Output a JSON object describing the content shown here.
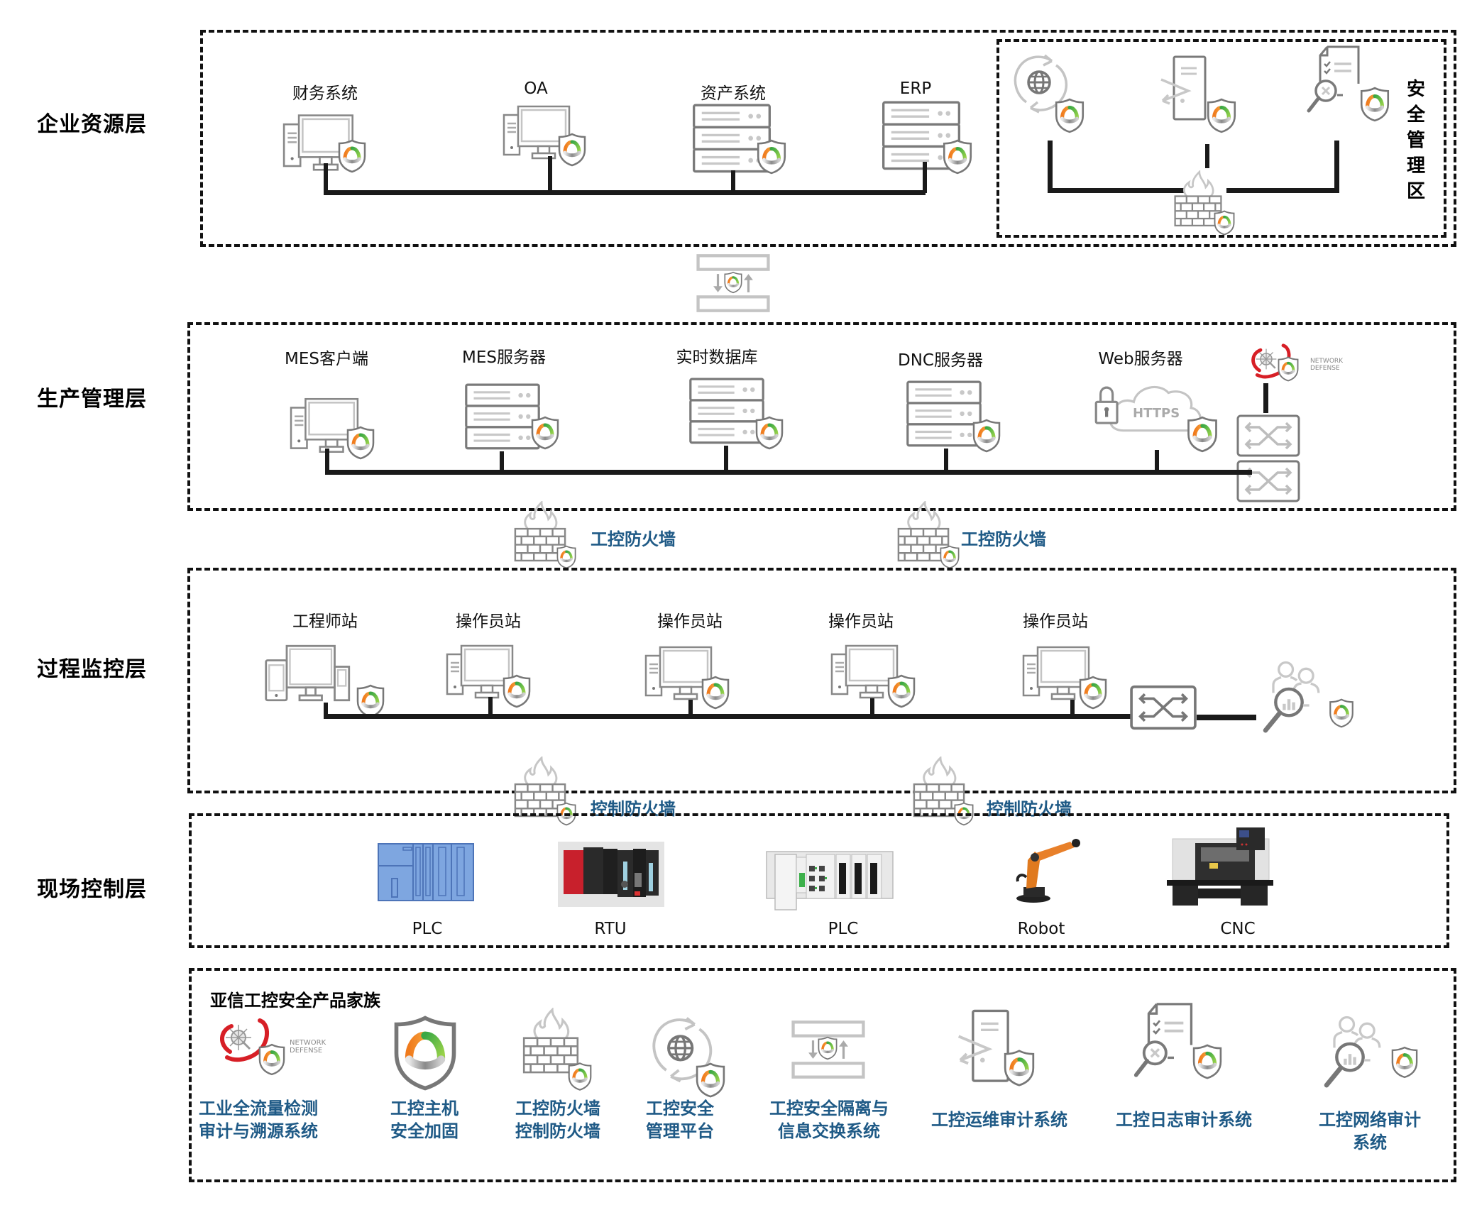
{
  "layers": [
    {
      "title": "企业资源层"
    },
    {
      "title": "生产管理层"
    },
    {
      "title": "过程监控层"
    },
    {
      "title": "现场控制层"
    }
  ],
  "enterprise": {
    "nodes": [
      {
        "label": "财务系统",
        "icon": "desktop-computer-icon"
      },
      {
        "label": "OA",
        "icon": "desktop-computer-icon"
      },
      {
        "label": "资产系统",
        "icon": "server-rack-icon"
      },
      {
        "label": "ERP",
        "icon": "server-rack-icon"
      }
    ],
    "security_zone": {
      "label": "安全管理区",
      "chars": [
        "安",
        "全",
        "管",
        "理",
        "区"
      ],
      "icons": [
        "globe-sync-icon",
        "ops-server-icon",
        "log-audit-icon",
        "firewall-icon"
      ]
    }
  },
  "gateway": {
    "icon": "isolation-exchange-icon"
  },
  "production": {
    "nodes": [
      {
        "label": "MES客户端",
        "icon": "desktop-computer-icon"
      },
      {
        "label": "MES服务器",
        "icon": "server-rack-icon"
      },
      {
        "label": "实时数据库",
        "icon": "server-rack-icon"
      },
      {
        "label": "DNC服务器",
        "icon": "server-rack-icon"
      },
      {
        "label": "Web服务器",
        "icon": "https-cloud-icon"
      }
    ],
    "https_text": "HTTPS",
    "network_defense": {
      "line1": "NETWORK",
      "line2": "DEFENSE"
    }
  },
  "firewalls_ics": [
    {
      "label": "工控防火墙"
    },
    {
      "label": "工控防火墙"
    }
  ],
  "supervisory": {
    "nodes": [
      {
        "label": "工程师站",
        "icon": "engineer-workstation-icon"
      },
      {
        "label": "操作员站",
        "icon": "desktop-computer-icon"
      },
      {
        "label": "操作员站",
        "icon": "desktop-computer-icon"
      },
      {
        "label": "操作员站",
        "icon": "desktop-computer-icon"
      },
      {
        "label": "操作员站",
        "icon": "desktop-computer-icon"
      }
    ]
  },
  "firewalls_ctrl": [
    {
      "label": "控制防火墙"
    },
    {
      "label": "控制防火墙"
    }
  ],
  "field": {
    "devices": [
      {
        "label": "PLC"
      },
      {
        "label": "RTU"
      },
      {
        "label": "PLC"
      },
      {
        "label": "Robot"
      },
      {
        "label": "CNC"
      }
    ]
  },
  "products": {
    "title": "亚信工控安全产品家族",
    "items": [
      {
        "label": "工业全流量检测\n审计与溯源系统",
        "icon": "network-defense-icon"
      },
      {
        "label": "工控主机\n安全加固",
        "icon": "shield-icon"
      },
      {
        "label": "工控防火墙\n控制防火墙",
        "icon": "firewall-icon"
      },
      {
        "label": "工控安全\n管理平台",
        "icon": "globe-sync-icon"
      },
      {
        "label": "工控安全隔离与\n信息交换系统",
        "icon": "isolation-exchange-icon"
      },
      {
        "label": "工控运维审计系统",
        "icon": "ops-server-icon"
      },
      {
        "label": "工控日志审计系统",
        "icon": "log-audit-icon"
      },
      {
        "label": "工控网络审计系统",
        "icon": "network-audit-icon"
      }
    ]
  },
  "colors": {
    "accent_blue": "#1f5a86",
    "shield_orange": "#f07b1d",
    "shield_green": "#4cb848",
    "icon_gray": "#7a7a7a",
    "light_gray": "#bdbdbd",
    "defense_red": "#d71f26"
  }
}
